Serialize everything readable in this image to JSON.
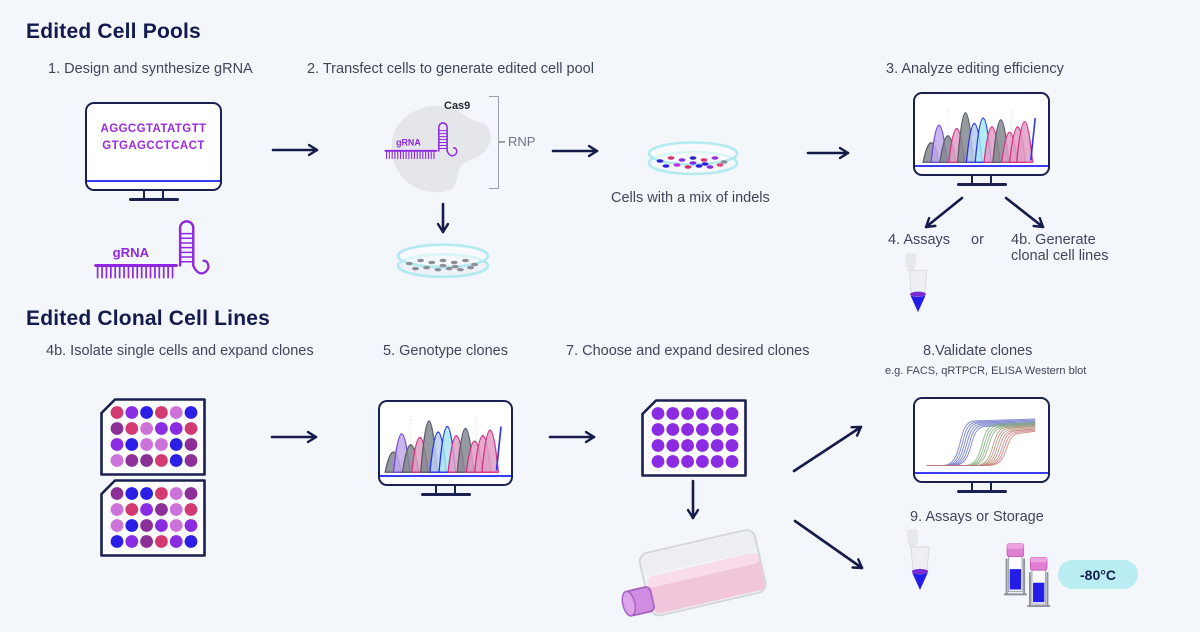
{
  "colors": {
    "background": "#f3f6fa",
    "ink": "#141b4a",
    "label_gray": "#40465a",
    "purple": "#8f28e0",
    "screen_line_blue": "#3a3cf0",
    "dish_cyan": "#b2eaf0",
    "badge_bg": "#b9edf2",
    "cas9_blob": "#e4e6ea"
  },
  "pools": {
    "title": "Edited Cell Pools",
    "step1": "1. Design and synthesize gRNA",
    "step2": "2. Transfect cells to generate edited cell pool",
    "step3": "3. Analyze editing efficiency",
    "step4": "4. Assays",
    "or": "or",
    "step4b": "4b. Generate clonal cell lines",
    "screen_line1": "AGGCGTATATGTT",
    "screen_line2": "GTGAGCCTCACT",
    "grna_label": "gRNA",
    "cas9_label": "Cas9",
    "rnp_label": "RNP",
    "petri_caption": "Cells with a mix of indels"
  },
  "clonal": {
    "title": "Edited Clonal Cell Lines",
    "step4b": "4b. Isolate single cells and expand clones",
    "step5": "5. Genotype clones",
    "step7": "7. Choose and expand desired clones",
    "step8": "8.Validate clones",
    "step8_sub": "e.g. FACS, qRTPCR, ELISA Western blot",
    "step9": "9. Assays or Storage",
    "storage_temp": "-80°C"
  },
  "plates": {
    "palette": {
      "C": "#d33a72",
      "P": "#8a2ce2",
      "B": "#2b1fe6",
      "O": "#cd72d8",
      "D": "#8b3096",
      "U": "#8b2be2"
    },
    "plate1": [
      "CPBCOB",
      "DCOPPC",
      "PBOOBD",
      "ODDCBD"
    ],
    "plate2": [
      "DBBCOD",
      "OCPDOC",
      "OBDPOP",
      "BPDCPB"
    ],
    "plate3": [
      "UUUUUU",
      "UUUUUU",
      "UUUUUU",
      "UUUUUU"
    ]
  },
  "petri": {
    "pool_cells": [
      "#8a8f98"
    ],
    "mixed_cells": [
      "#2b1fe6",
      "#d6336c",
      "#8a2ce2",
      "#2a2ab0",
      "#d6336c",
      "#9a30d8",
      "#8a8f98",
      "#2b1fe6",
      "#c22ee0",
      "#d6336c",
      "#2b1fe6",
      "#8a2ce2",
      "#e0447a",
      "#7a2ce0",
      "#2b1fe6"
    ]
  }
}
